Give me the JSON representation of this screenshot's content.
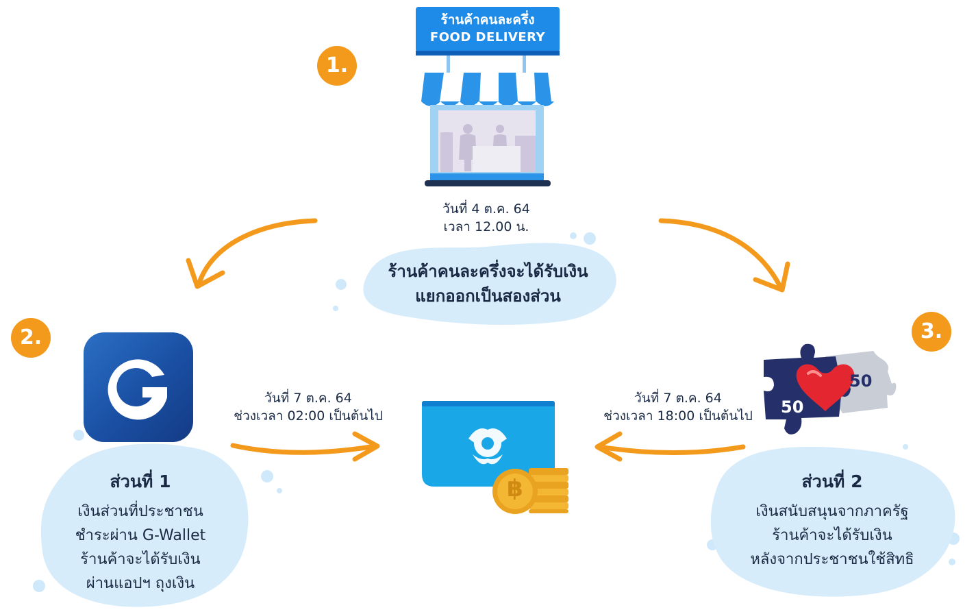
{
  "shop": {
    "sign_line1": "ร้านค้าคนละครึ่ง",
    "sign_line2": "FOOD DELIVERY"
  },
  "steps": {
    "step1": "1.",
    "step2": "2.",
    "step3": "3."
  },
  "top_date": {
    "line1": "วันที่ 4 ต.ค. 64",
    "line2": "เวลา 12.00 น."
  },
  "top_blob": {
    "line1": "ร้านค้าคนละครึ่งจะได้รับเงิน",
    "line2": "แยกออกเป็นสองส่วน"
  },
  "left_date": {
    "line1": "วันที่ 7 ต.ค. 64",
    "line2": "ช่วงเวลา 02:00 เป็นต้นไป"
  },
  "right_date": {
    "line1": "วันที่ 7 ต.ค. 64",
    "line2": "ช่วงเวลา 18:00 เป็นต้นไป"
  },
  "part1": {
    "title": "ส่วนที่ 1",
    "lines": [
      "เงินส่วนที่ประชาชน",
      "ชำระผ่าน G-Wallet",
      "ร้านค้าจะได้รับเงิน",
      "ผ่านแอปฯ ถุงเงิน"
    ]
  },
  "part2": {
    "title": "ส่วนที่ 2",
    "lines": [
      "เงินสนับสนุนจากภาครัฐ",
      "ร้านค้าจะได้รับเงิน",
      "หลังจากประชาชนใช้สิทธิ"
    ]
  },
  "gwallet": {
    "letter": "G"
  },
  "puzzle": {
    "left_num": "50",
    "right_num": "50"
  },
  "coin": {
    "symbol": "฿"
  },
  "colors": {
    "orange": "#f39a1d",
    "blue_dark": "#1a2a44",
    "blob": "#d6ecfa",
    "sign_blue": "#1f8be8",
    "bank_blue": "#1aa7e8"
  }
}
